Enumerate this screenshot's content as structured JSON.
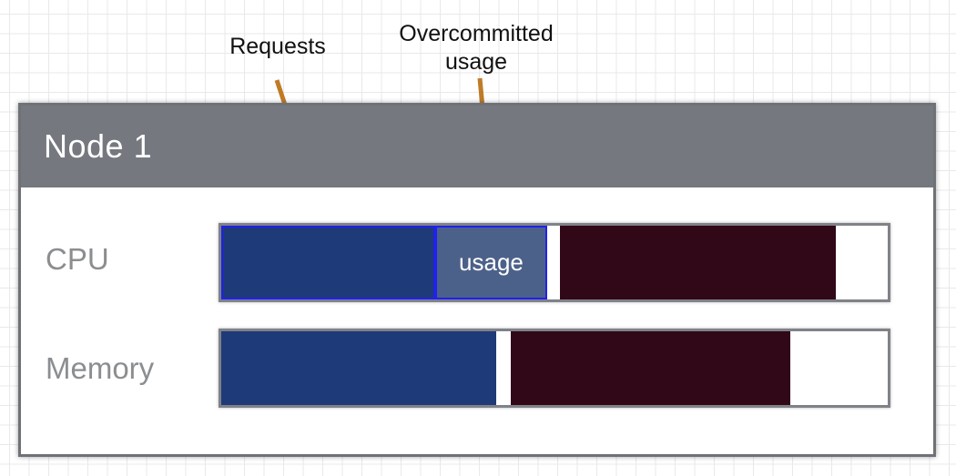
{
  "annotations": {
    "requests": "Requests",
    "overcommitted": "Overcommitted\nusage"
  },
  "node": {
    "title": "Node 1",
    "rows": [
      {
        "label": "CPU",
        "segments": [
          {
            "name": "cpu-requests-segment",
            "kind": "requests",
            "width_pct": 32.1,
            "color": "#1e3a78",
            "bordered": true,
            "label": ""
          },
          {
            "name": "cpu-overcommitted-usage-segment",
            "kind": "overcommitted-usage",
            "width_pct": 16.8,
            "color": "#4c618a",
            "bordered": true,
            "label": "usage"
          },
          {
            "name": "cpu-gap-segment",
            "kind": "gap",
            "width_pct": 1.9,
            "color": "#ffffff",
            "bordered": false,
            "label": ""
          },
          {
            "name": "cpu-usage-segment",
            "kind": "usage",
            "width_pct": 41.4,
            "color": "#300818",
            "bordered": false,
            "label": ""
          }
        ]
      },
      {
        "label": "Memory",
        "segments": [
          {
            "name": "memory-requests-segment",
            "kind": "requests",
            "width_pct": 41.3,
            "color": "#1e3a78",
            "bordered": false,
            "label": ""
          },
          {
            "name": "memory-gap-segment",
            "kind": "gap",
            "width_pct": 2.2,
            "color": "#ffffff",
            "bordered": false,
            "label": ""
          },
          {
            "name": "memory-usage-segment",
            "kind": "usage",
            "width_pct": 41.9,
            "color": "#300818",
            "bordered": false,
            "label": ""
          }
        ]
      }
    ]
  },
  "colors": {
    "header_bg": "#75797f",
    "card_border": "#6e7176",
    "trough_border": "#7f8287",
    "requests_blue": "#1e3a78",
    "overcommitted_slate": "#4c618a",
    "selection_blue_border": "#2020ef",
    "usage_maroon": "#300818",
    "arrow_orange": "#bf7c26",
    "label_gray": "#8b8e91",
    "grid_line": "#e9e9e9"
  }
}
